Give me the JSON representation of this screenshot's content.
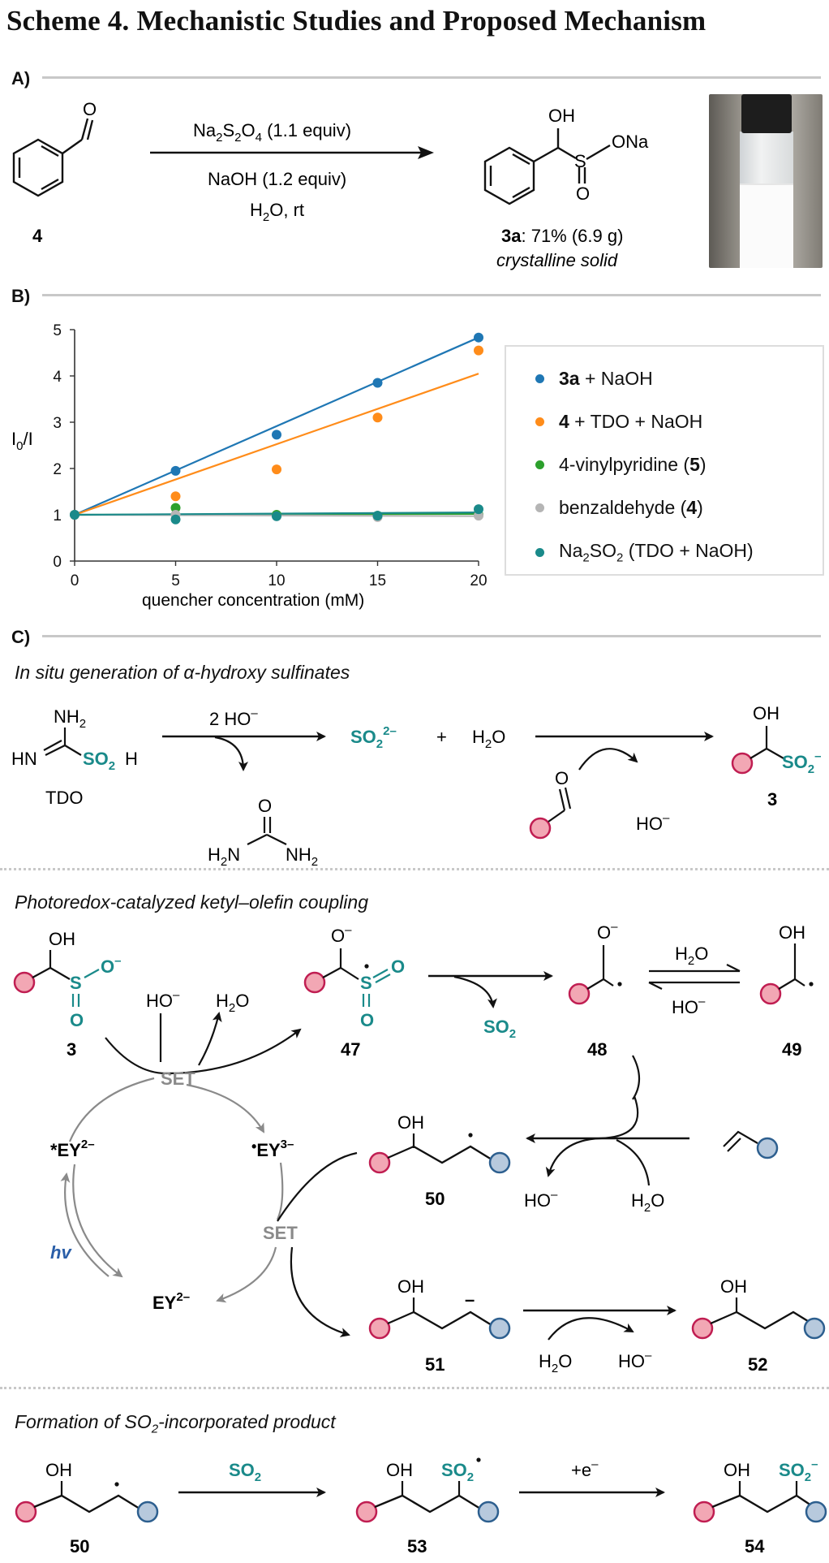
{
  "title": "Scheme 4. Mechanistic Studies and Proposed Mechanism",
  "sections": {
    "a": "A)",
    "b": "B)",
    "c": "C)"
  },
  "part_a": {
    "start_label": "4",
    "reagent1": "Na2S2O4 (1.1 equiv)",
    "reagent2": "NaOH (1.2 equiv)",
    "reagent3": "H2O, rt",
    "product_label": "3a",
    "product_yield": ": 71% (6.9 g)",
    "product_state": "crystalline solid",
    "atom_O": "O",
    "atom_OH": "OH",
    "atom_S": "S",
    "atom_ONa": "ONa"
  },
  "chart_data": {
    "type": "scatter",
    "xlabel": "quencher concentration (mM)",
    "ylabel": "I0/I",
    "xlim": [
      0,
      20
    ],
    "ylim": [
      0,
      5
    ],
    "x_ticks": [
      0,
      5,
      10,
      15,
      20
    ],
    "y_ticks": [
      0,
      1,
      2,
      3,
      4,
      5
    ],
    "legend_position": "right",
    "x": [
      0,
      5,
      10,
      15,
      20
    ],
    "series": [
      {
        "name": "3a + NaOH",
        "color": "#1f77b4",
        "values": [
          1.0,
          1.95,
          2.73,
          3.85,
          4.83
        ],
        "fit": [
          1.0,
          4.83
        ]
      },
      {
        "name": "4 + TDO + NaOH",
        "color": "#ff8c1a",
        "values": [
          1.0,
          1.4,
          1.98,
          3.1,
          4.55
        ],
        "fit": [
          1.0,
          4.05
        ]
      },
      {
        "name": "4-vinylpyridine (5)",
        "color": "#2ca02c",
        "values": [
          1.0,
          1.15,
          1.0,
          0.98,
          1.0
        ],
        "fit": [
          1.0,
          1.02
        ]
      },
      {
        "name": "benzaldehyde (4)",
        "color": "#b5b5b5",
        "values": [
          1.0,
          1.0,
          0.97,
          0.95,
          0.98
        ],
        "fit": [
          1.0,
          0.97
        ]
      },
      {
        "name": "Na2SO2 (TDO + NaOH)",
        "color": "#1a8a8a",
        "values": [
          1.0,
          0.9,
          0.97,
          0.98,
          1.12
        ],
        "fit": [
          1.0,
          1.05
        ]
      }
    ]
  },
  "legend": [
    {
      "bold": "3a",
      "rest": " + NaOH",
      "color": "#1f77b4"
    },
    {
      "bold": "4",
      "rest": " + TDO + NaOH",
      "color": "#ff8c1a"
    },
    {
      "bold": "",
      "rest": "4-vinylpyridine (5)",
      "color": "#2ca02c"
    },
    {
      "bold": "",
      "rest": "benzaldehyde (4)",
      "color": "#b5b5b5"
    },
    {
      "bold": "",
      "rest": "Na2SO2 (TDO + NaOH)",
      "color": "#1a8a8a"
    }
  ],
  "part_c": {
    "sub1": "In situ generation of α-hydroxy sulfinates",
    "sub2": "Photoredox-catalyzed ketyl–olefin coupling",
    "sub3": "Formation of SO2-incorporated product",
    "tdo_NH2": "NH2",
    "tdo_HN": "HN",
    "tdo_SO2H": "SO2H",
    "tdo_label": "TDO",
    "two_ho": "2 HO",
    "so2_dianion": "SO2",
    "so2_charge": "2–",
    "plus": "+",
    "h2o": "H2O",
    "ho": "HO",
    "minus": "–",
    "urea_O": "O",
    "urea_H2N": "H2N",
    "urea_NH2": "NH2",
    "label_3": "3",
    "label_47": "47",
    "label_48": "48",
    "label_49": "49",
    "label_50": "50",
    "label_51": "51",
    "label_52": "52",
    "label_53": "53",
    "label_54": "54",
    "set": "SET",
    "ey_excited": "*EY",
    "ey_charge2": "2–",
    "ey_radical": "EY",
    "ey_charge3": "3–",
    "ey_ground": "EY",
    "hv": "hv",
    "so2_gas": "SO2",
    "plus_e": "+e",
    "OH": "OH",
    "O": "O",
    "S": "S"
  }
}
